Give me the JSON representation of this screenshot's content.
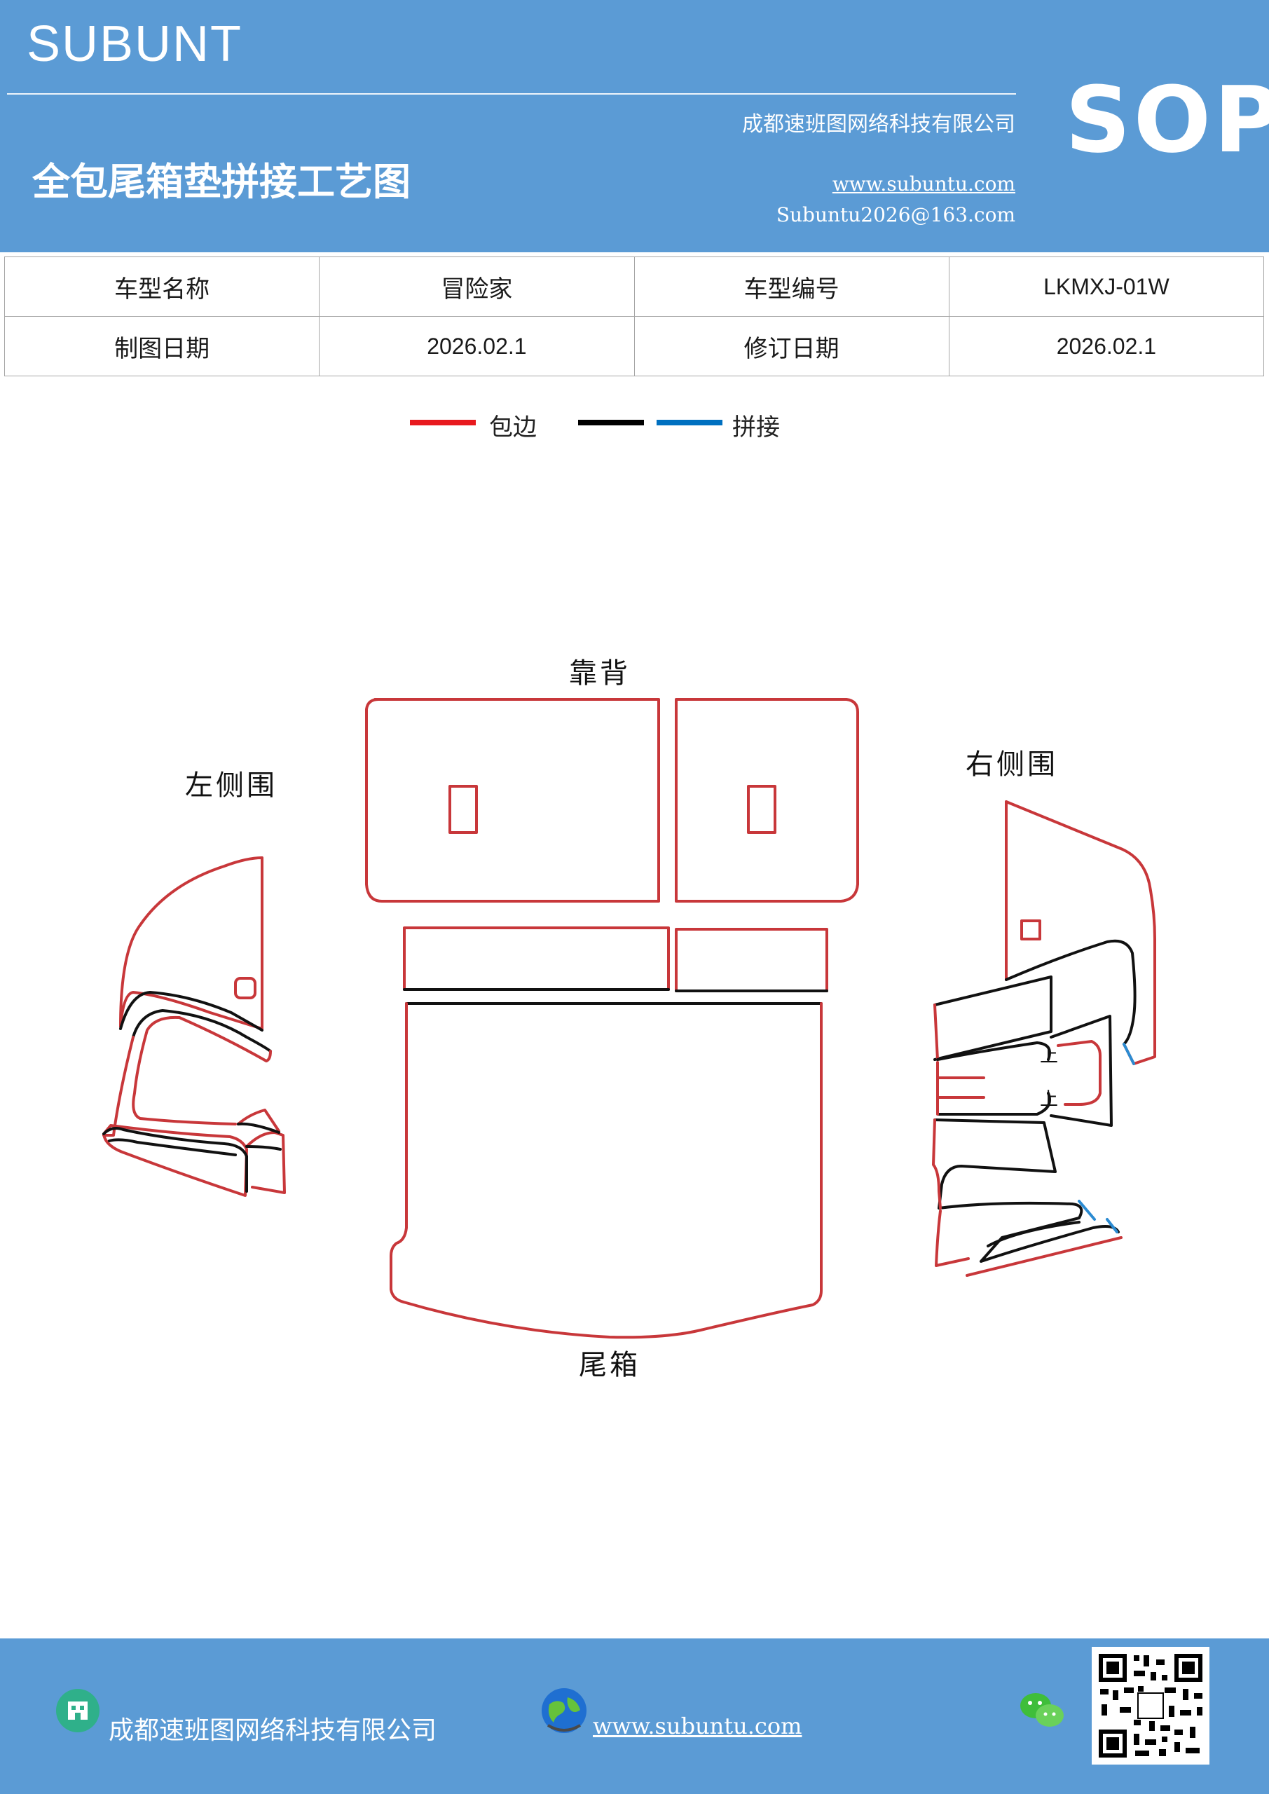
{
  "header": {
    "brand": "SUBUNT",
    "company": "成都速班图网络科技有限公司",
    "title": "全包尾箱垫拼接工艺图",
    "website": "www.subuntu.com",
    "email": "Subuntu2026@163.com",
    "badge": "SOP"
  },
  "info_table": {
    "row1": {
      "label1": "车型名称",
      "value1": "冒险家",
      "label2": "车型编号",
      "value2": "LKMXJ-01W"
    },
    "row2": {
      "label1": "制图日期",
      "value1": "2026.02.1",
      "label2": "修订日期",
      "value2": "2026.02.1"
    }
  },
  "legend": {
    "edge_label": "包边",
    "splice_label": "拼接",
    "colors": {
      "edge": "#e8191e",
      "black": "#000000",
      "splice": "#0070c0"
    }
  },
  "diagram": {
    "backrest_label": "靠背",
    "left_label": "左侧围",
    "right_label": "右侧围",
    "trunk_label": "尾箱",
    "mark_up": "上",
    "colors": {
      "outline_red": "#c8373a",
      "outline_black": "#111111",
      "outline_blue": "#2b8bd2"
    }
  },
  "footer": {
    "company": "成都速班图网络科技有限公司",
    "website": "www.subuntu.com",
    "icons": [
      "company-icon",
      "globe-icon",
      "wechat-icon",
      "qr-code"
    ]
  }
}
